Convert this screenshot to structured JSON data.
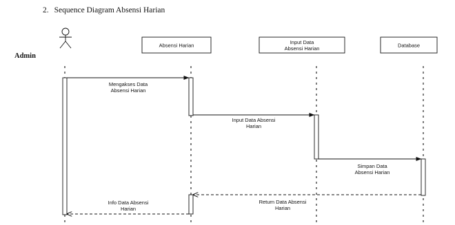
{
  "heading": {
    "number": "2.",
    "title": "Sequence Diagram Absensi Harian"
  },
  "actor": {
    "name": "Admin",
    "icon": "stick-figure-icon"
  },
  "participants": [
    {
      "id": "absensi",
      "label": [
        "Absensi Harian"
      ]
    },
    {
      "id": "input",
      "label": [
        "Input Data",
        "Absensi Harian"
      ]
    },
    {
      "id": "database",
      "label": [
        "Database"
      ]
    }
  ],
  "messages": [
    {
      "from": "admin",
      "to": "absensi",
      "type": "sync",
      "label": [
        "Mengakses Data",
        "Absensi Harian"
      ]
    },
    {
      "from": "absensi",
      "to": "input",
      "type": "sync",
      "label": [
        "Input Data Absensi",
        "Harian"
      ]
    },
    {
      "from": "input",
      "to": "database",
      "type": "sync",
      "label": [
        "Simpan Data",
        "Absensi  Harian"
      ]
    },
    {
      "from": "database",
      "to": "absensi",
      "type": "return",
      "label": [
        "Return Data Absensi",
        "Harian"
      ]
    },
    {
      "from": "absensi",
      "to": "admin",
      "type": "return",
      "label": [
        "Info Data Absensi",
        "Harian"
      ]
    }
  ],
  "colors": {
    "line": "#111111",
    "box_fill": "#ffffff"
  }
}
